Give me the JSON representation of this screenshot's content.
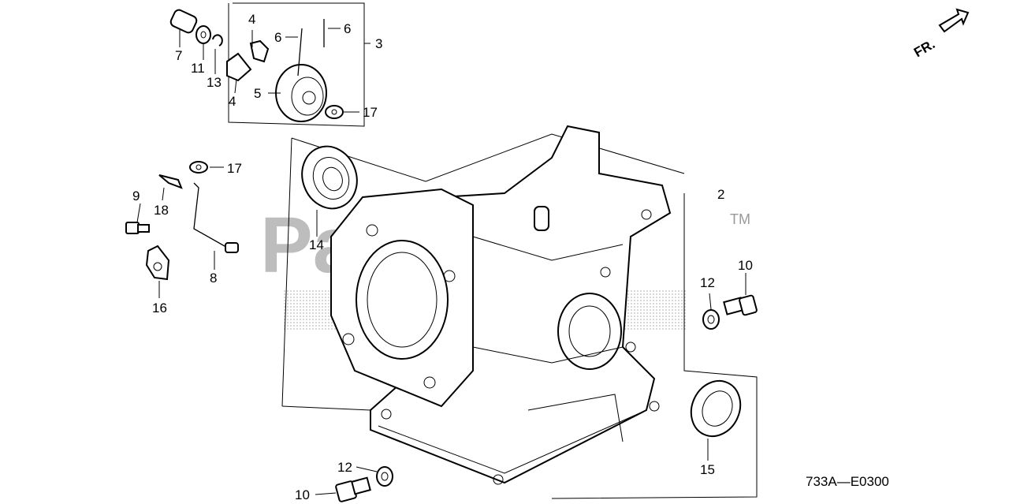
{
  "watermark": {
    "text": "PartTree",
    "tm": "TM"
  },
  "orientation": {
    "label": "FR."
  },
  "diagram_code": "733A—E0300",
  "callouts": {
    "c2": "2",
    "c3": "3",
    "c4a": "4",
    "c4b": "4",
    "c5": "5",
    "c6a": "6",
    "c6b": "6",
    "c7": "7",
    "c8": "8",
    "c9": "9",
    "c10a": "10",
    "c10b": "10",
    "c11": "11",
    "c12a": "12",
    "c12b": "12",
    "c13": "13",
    "c14": "14",
    "c15": "15",
    "c16": "16",
    "c17a": "17",
    "c17b": "17",
    "c18": "18"
  }
}
